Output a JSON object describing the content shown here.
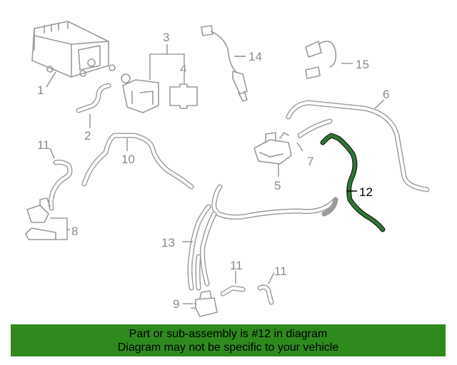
{
  "callouts": {
    "c1": "1",
    "c2": "2",
    "c3": "3",
    "c4": "4",
    "c5": "5",
    "c6": "6",
    "c7": "7",
    "c8": "8",
    "c9": "9",
    "c10": "10",
    "c11a": "11",
    "c11b": "11",
    "c11c": "11",
    "c12": "12",
    "c13": "13",
    "c14": "14",
    "c15": "15"
  },
  "highlight_part": "12",
  "highlight_color": "#2f7a32",
  "banner": {
    "line1": "Part or sub-assembly is #12 in diagram",
    "line2": "Diagram may not be specific to your vehicle",
    "color": "#2f8a1e"
  }
}
